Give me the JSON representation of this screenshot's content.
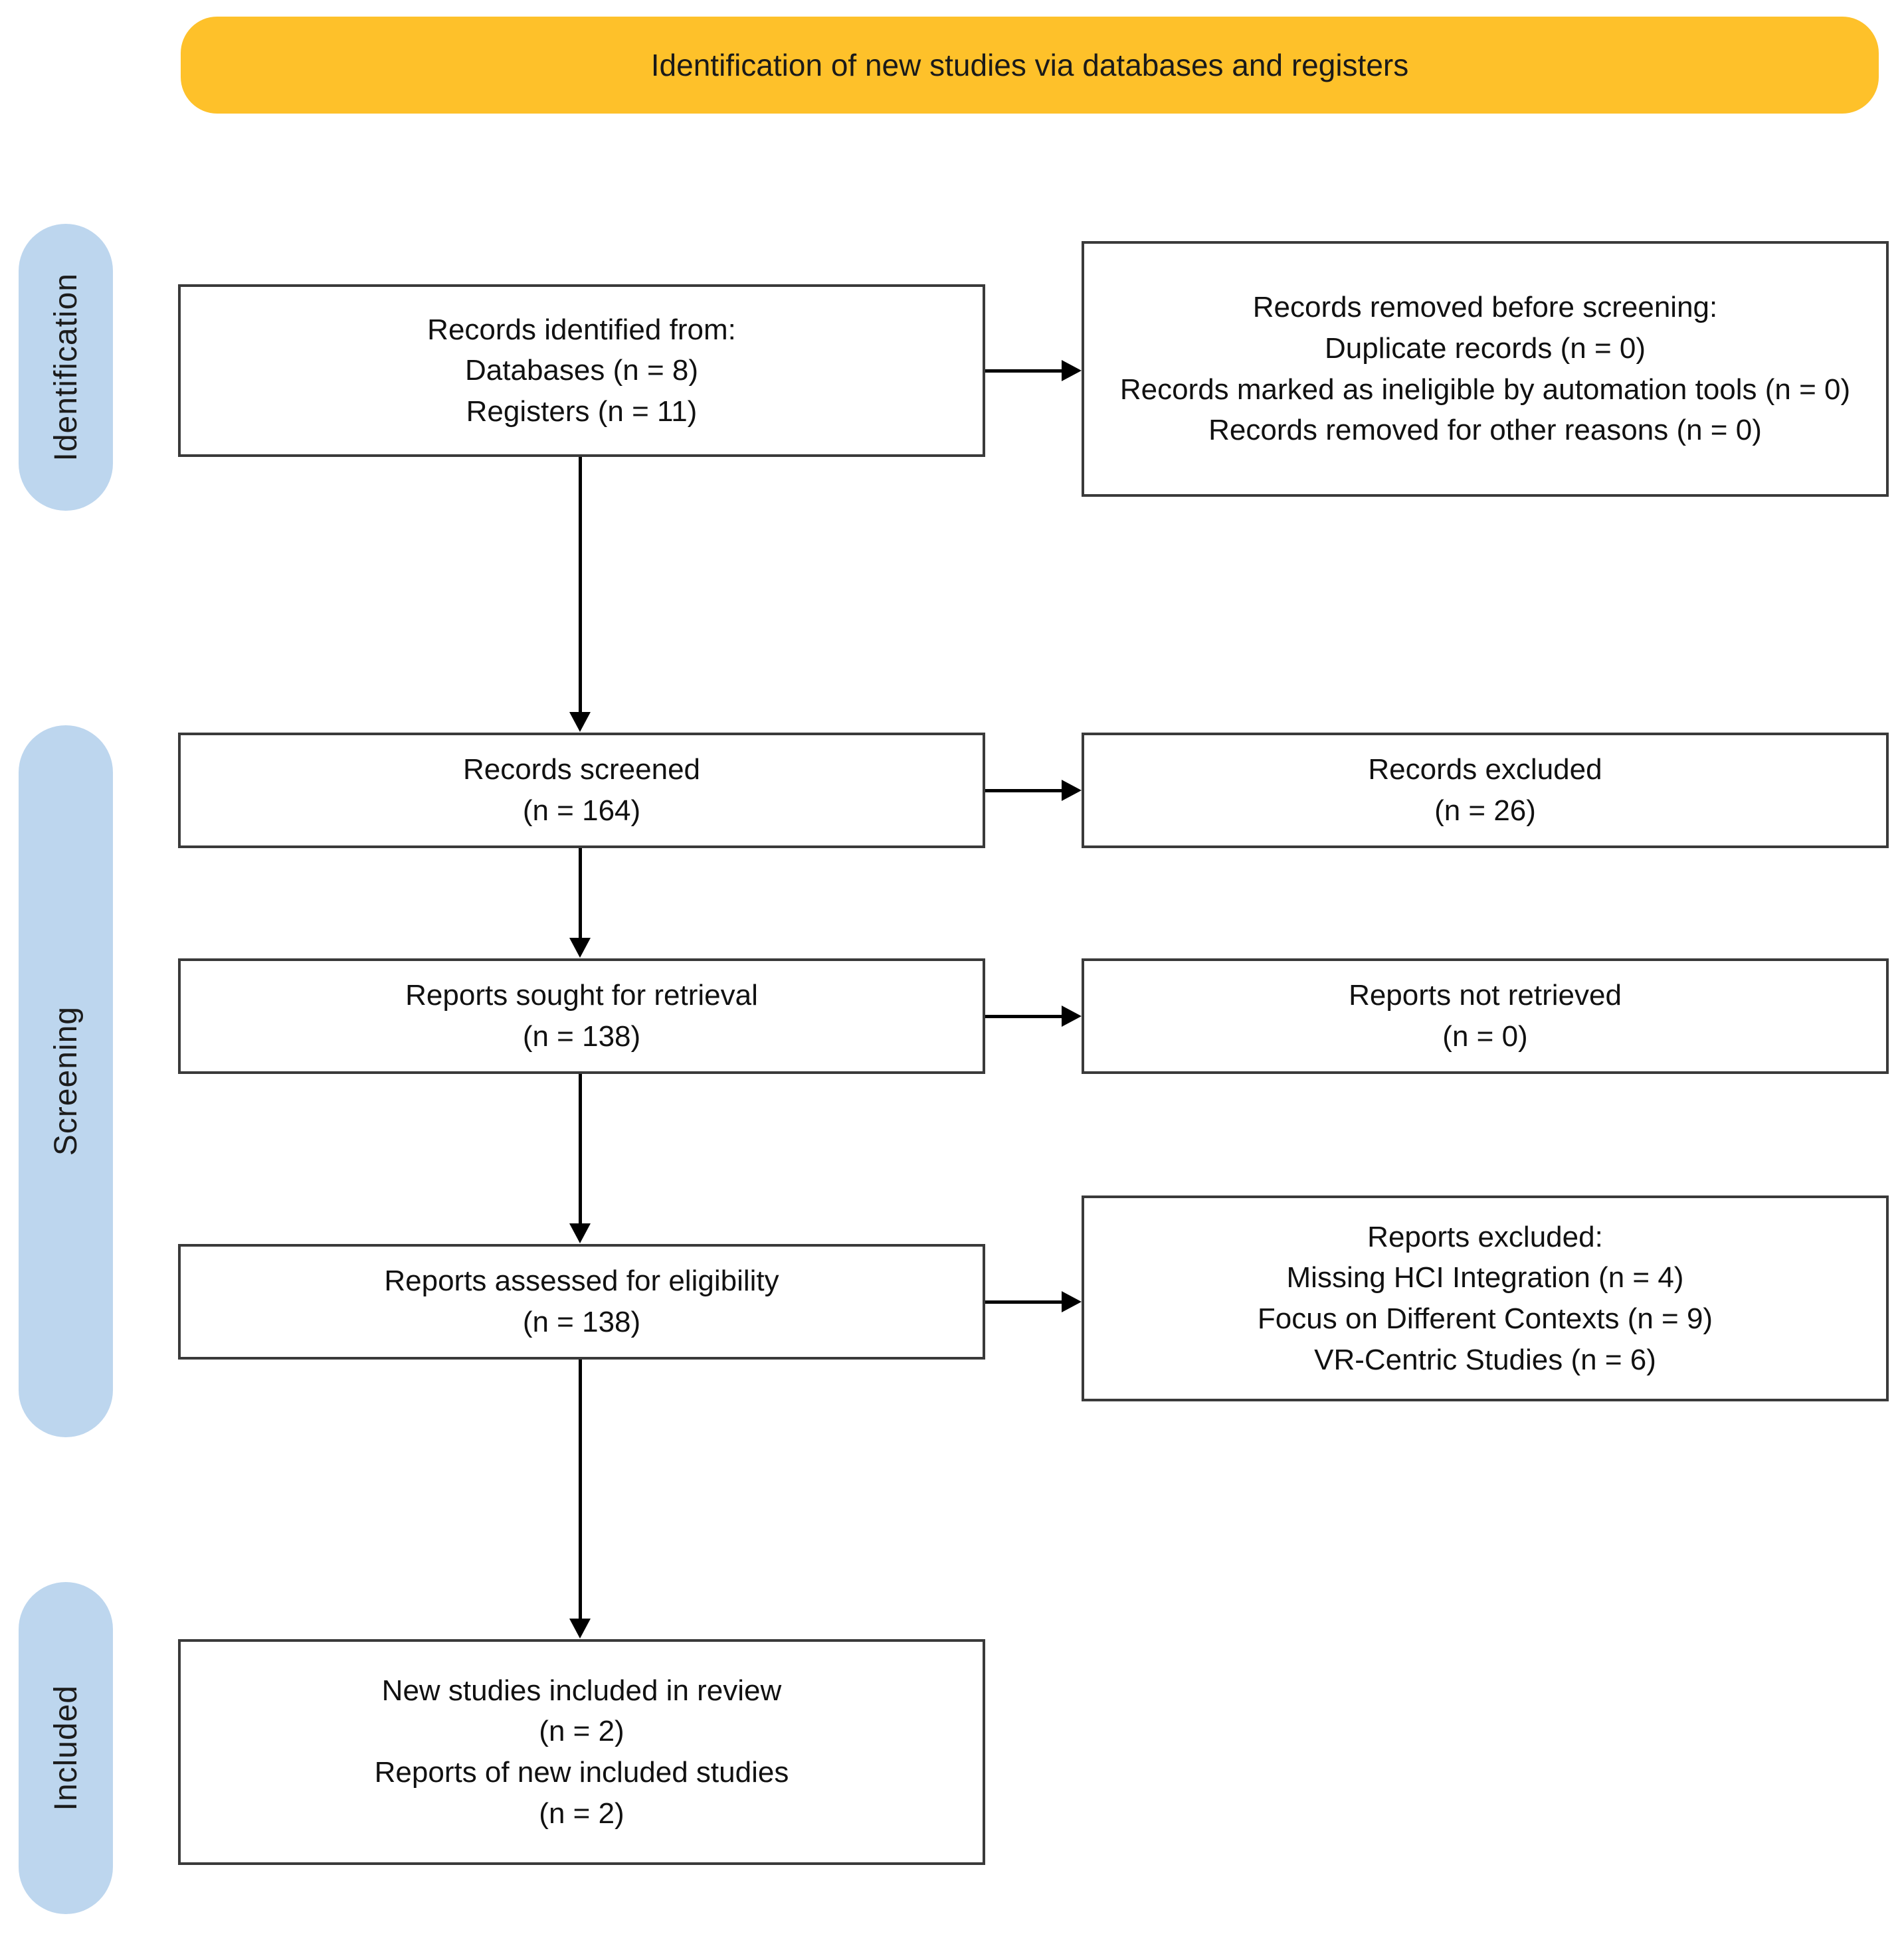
{
  "banner": {
    "label": "Identification of new studies via databases and registers"
  },
  "stages": [
    {
      "label": "Identification"
    },
    {
      "label": "Screening"
    },
    {
      "label": "Included"
    }
  ],
  "boxes": {
    "identified": {
      "lines": [
        "Records identified from:",
        "Databases (n = 8)",
        "Registers (n = 11)"
      ]
    },
    "removed": {
      "lines": [
        "Records removed before screening:",
        "Duplicate records (n = 0)",
        "Records marked as ineligible by automation tools (n = 0)",
        "Records removed for other reasons (n = 0)"
      ]
    },
    "screened": {
      "lines": [
        "Records screened",
        "(n = 164)"
      ]
    },
    "records_excluded": {
      "lines": [
        "Records excluded",
        "(n = 26)"
      ]
    },
    "sought": {
      "lines": [
        "Reports sought for retrieval",
        "(n = 138)"
      ]
    },
    "not_retrieved": {
      "lines": [
        "Reports not retrieved",
        "(n = 0)"
      ]
    },
    "assessed": {
      "lines": [
        "Reports assessed for eligibility",
        "(n = 138)"
      ]
    },
    "reports_excluded": {
      "lines": [
        "Reports excluded:",
        "Missing HCI Integration (n = 4)",
        "Focus on Different Contexts (n = 9)",
        "VR-Centric Studies (n = 6)"
      ]
    },
    "included": {
      "lines": [
        "New studies included in review",
        "(n = 2)",
        "Reports of new included studies",
        "(n = 2)"
      ]
    }
  },
  "colors": {
    "banner_bg": "#FEC12A",
    "stage_bg": "#BDD6EE",
    "box_border": "#3A3A3A",
    "arrow": "#000000"
  }
}
